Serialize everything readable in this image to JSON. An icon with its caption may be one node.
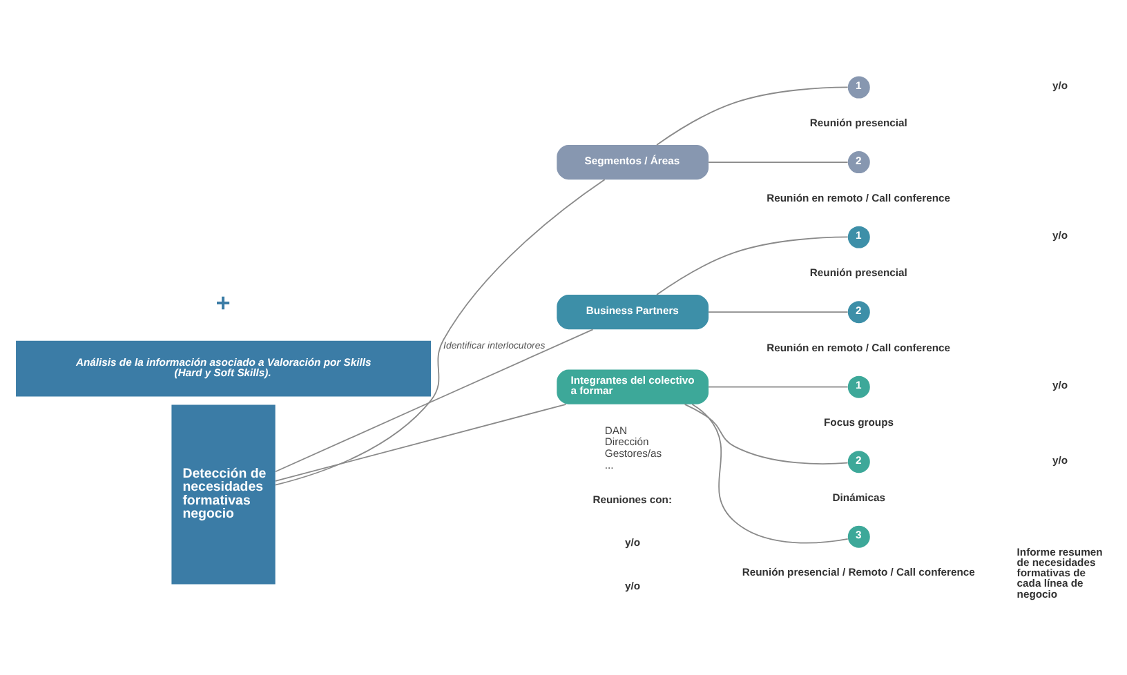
{
  "diagram": {
    "nodes": [
      {
        "text": [
          "Detección de necesidades formativas negocio"
        ]
      },
      {
        "text": [
          "Segmentos / Áreas"
        ]
      },
      {
        "text": [
          "Business Partners"
        ]
      },
      {
        "text": [
          "Integrantes del colectivo a formar"
        ],
        "beside": [
          "DAN Dirección Gestores/as ..."
        ]
      },
      {
        "text": [
          "1"
        ],
        "beside": [
          "Reunión presencial"
        ]
      },
      {
        "text": [
          "2"
        ],
        "beside": [
          "Reunión en remoto / Call conference"
        ]
      },
      {
        "text": [
          "1"
        ],
        "beside": [
          "Reunión presencial"
        ]
      },
      {
        "text": [
          "2"
        ],
        "beside": [
          "Reunión en remoto / Call conference"
        ]
      },
      {
        "text": [
          "1"
        ],
        "beside": [
          "Focus groups"
        ]
      },
      {
        "text": [
          "2"
        ],
        "beside": [
          "Dinámicas"
        ]
      },
      {
        "text": [
          "3"
        ],
        "beside": [
          "Reunión presencial / Remoto / Call conference"
        ]
      },
      {
        "text": [
          "Análisis de la información asociado a Valoración por Skills (Hard y Soft Skills)."
        ]
      }
    ],
    "edges": [
      {
        "from": 0,
        "to": 1,
        "arrow": "none"
      },
      {
        "from": 0,
        "to": 2,
        "arrow": "none",
        "label": "Identificar interlocutores"
      },
      {
        "from": 0,
        "to": 3,
        "arrow": "none"
      },
      {
        "from": 1,
        "to": 4,
        "arrow": "none"
      },
      {
        "from": 1,
        "to": 5,
        "arrow": "none"
      },
      {
        "from": 2,
        "to": 6,
        "arrow": "none"
      },
      {
        "from": 2,
        "to": 7,
        "arrow": "none"
      },
      {
        "from": 3,
        "to": 8,
        "arrow": "none"
      },
      {
        "from": 3,
        "to": 9,
        "arrow": "none"
      },
      {
        "from": 3,
        "to": 10,
        "arrow": "none"
      }
    ],
    "labels": [
      "Reuniones con:",
      "y/o",
      "y/o",
      "y/o",
      "y/o",
      "y/o",
      "y/o",
      "+",
      "Informe resumen de necesidades formativas de cada línea de negocio"
    ]
  }
}
